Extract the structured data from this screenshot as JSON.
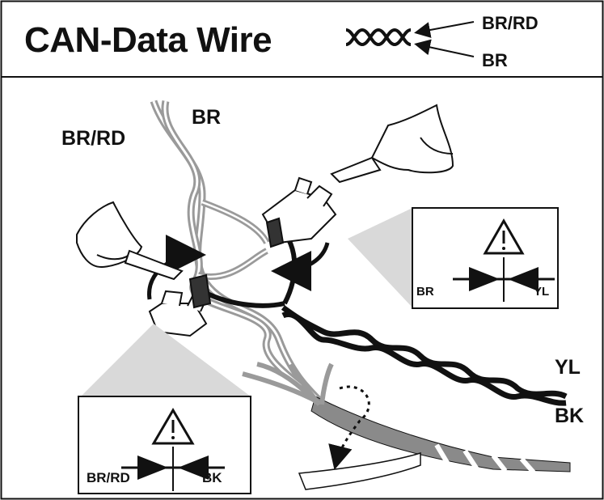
{
  "title": "CAN-Data Wire",
  "legend": {
    "upper_label": "BR/RD",
    "lower_label": "BR"
  },
  "wires": {
    "upper_pair": {
      "label_a": "BR/RD",
      "label_b": "BR"
    },
    "lower_pair": {
      "label_a": "YL",
      "label_b": "BK"
    }
  },
  "callouts": [
    {
      "left_label": "BR",
      "right_label": "YL",
      "icon": "warning-triangle-icon"
    },
    {
      "left_label": "BR/RD",
      "right_label": "BK",
      "icon": "warning-triangle-icon"
    }
  ],
  "colors": {
    "line": "#111111",
    "gray_wire": "#9a9a9a",
    "sheath": "#8a8a8a",
    "callout_fill": "#d9d9d9"
  }
}
